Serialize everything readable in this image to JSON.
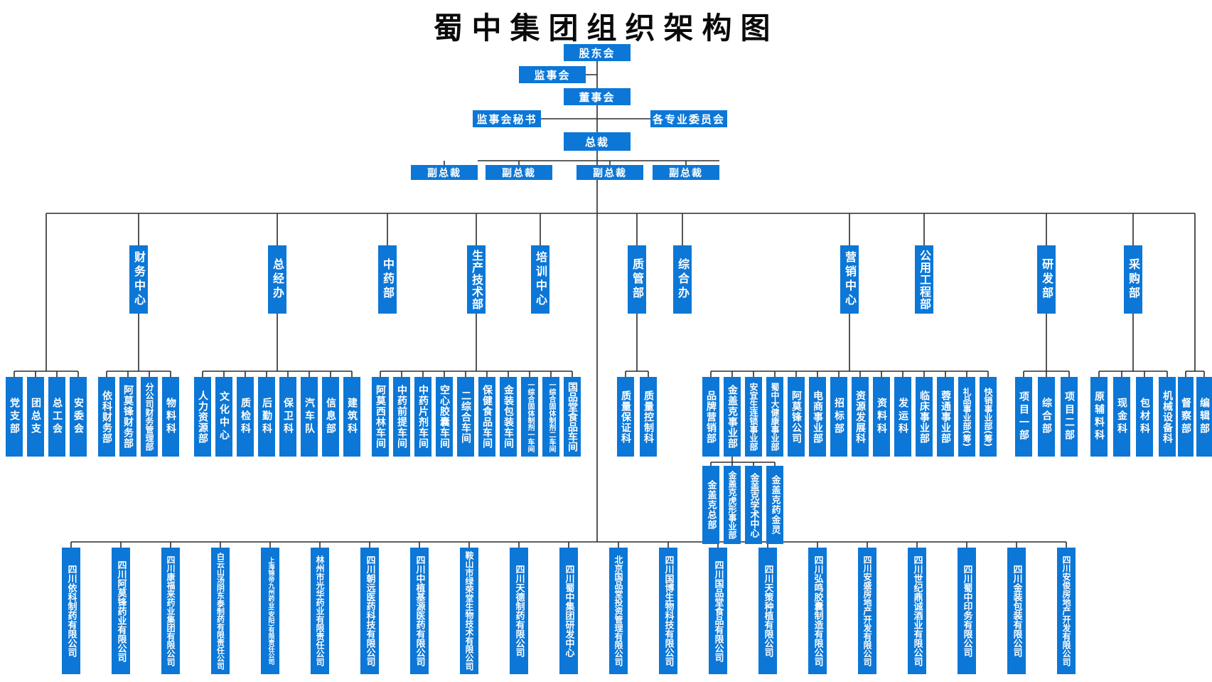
{
  "title": "蜀中集团组织架构图",
  "colors": {
    "box_blue": "#0c77d6",
    "line_color": "#2b2b2b",
    "title_color": "#0a0a0a"
  },
  "top_chain": {
    "shareholders": "股东会",
    "supervisory_board": "监事会",
    "board_of_directors": "董事会",
    "board_secretary": "监事会秘书",
    "committees": "各专业委员会",
    "president": "总裁",
    "vice_presidents": [
      "副总裁",
      "副总裁",
      "副总裁",
      "副总裁"
    ]
  },
  "departments": [
    {
      "id": "party-group",
      "label": null,
      "children": [
        "党支部",
        "团总支",
        "总工会",
        "安委会"
      ]
    },
    {
      "id": "finance-center",
      "label": "财务中心",
      "children": [
        "依科财务部",
        "阿莫锋财务部",
        "分公司财务管理部",
        "物料科"
      ]
    },
    {
      "id": "general-office",
      "label": "总经办",
      "children": [
        "人力资源部",
        "文化中心",
        "质检科",
        "后勤科",
        "保卫科",
        "汽车队",
        "信息部",
        "建筑科"
      ]
    },
    {
      "id": "tcm-dept",
      "label": "中药部",
      "children": []
    },
    {
      "id": "production-tech-dept",
      "label": "生产技术部",
      "children": [
        "阿莫西林车间",
        "中药前提车间",
        "中药片剂车间",
        "空心胶囊车间",
        "二综合车间",
        "保健食品车间",
        "金装包装车间",
        "一综合固体制剂一车间",
        "一综合固体制剂二车间",
        "国品堂食品车间"
      ]
    },
    {
      "id": "training-center",
      "label": "培训中心",
      "children": []
    },
    {
      "id": "quality-dept",
      "label": "质管部",
      "children": [
        "质量保证科",
        "质量控制科"
      ]
    },
    {
      "id": "comprehensive-office",
      "label": "综合办",
      "children": []
    },
    {
      "id": "marketing-center",
      "label": "营销中心",
      "children": [
        "品牌营销部",
        "金盖克事业部",
        "安宜生连锁事业部",
        "蜀中大健康事业部",
        "阿莫锋公司",
        "电商事业部",
        "招标部",
        "资源发展科",
        "资料科",
        "发运科",
        "临床事业部",
        "蓉通事业部",
        "礼品事业部(筹)",
        "快销事业部(筹)"
      ]
    },
    {
      "id": "utility-engineering-dept",
      "label": "公用工程部",
      "children": []
    },
    {
      "id": "rd-dept",
      "label": "研发部",
      "children": [
        "项目一部",
        "综合部",
        "项目二部"
      ]
    },
    {
      "id": "procurement-dept",
      "label": "采购部",
      "children": [
        "原辅料科",
        "现金科",
        "包材科",
        "机械设备科"
      ]
    },
    {
      "id": "supervision-group",
      "label": null,
      "children": [
        "督察部",
        "编辑部"
      ]
    }
  ],
  "jingaike_subtree": {
    "parent": "金盖克事业部",
    "children": [
      "金盖克总部",
      "金盖克虎形事业部",
      "金盖克学术中心",
      "金盖克药金灵"
    ]
  },
  "companies": [
    "四川依科制药有限公司",
    "四川阿莫锋药业有限公司",
    "四川康福来药业集团有限公司",
    "白云山汤阴东泰制药有限责任公司",
    "上海锦帝九州药业(安阳)有限责任公司",
    "林州市光华药业有限责任公司",
    "四川朝远医药科技有限公司",
    "四川中植基源医药有限公司",
    "鞍山市绿荣堂生物技术有限公司",
    "四川天德制药有限公司",
    "四川蜀中集团研发中心",
    "北京国品堂投资管理有限公司",
    "四川国博生物科技有限公司",
    "四川国品堂食品有限公司",
    "四川天策种植有限公司",
    "四川弘鸣胶囊制造有限公司",
    "四川安盛房地产开发有限公司",
    "四川世纪鼎诚酒业有限公司",
    "四川蜀中印务有限公司",
    "四川金装包装有限公司",
    "四川安俊房地产开发有限公司"
  ]
}
